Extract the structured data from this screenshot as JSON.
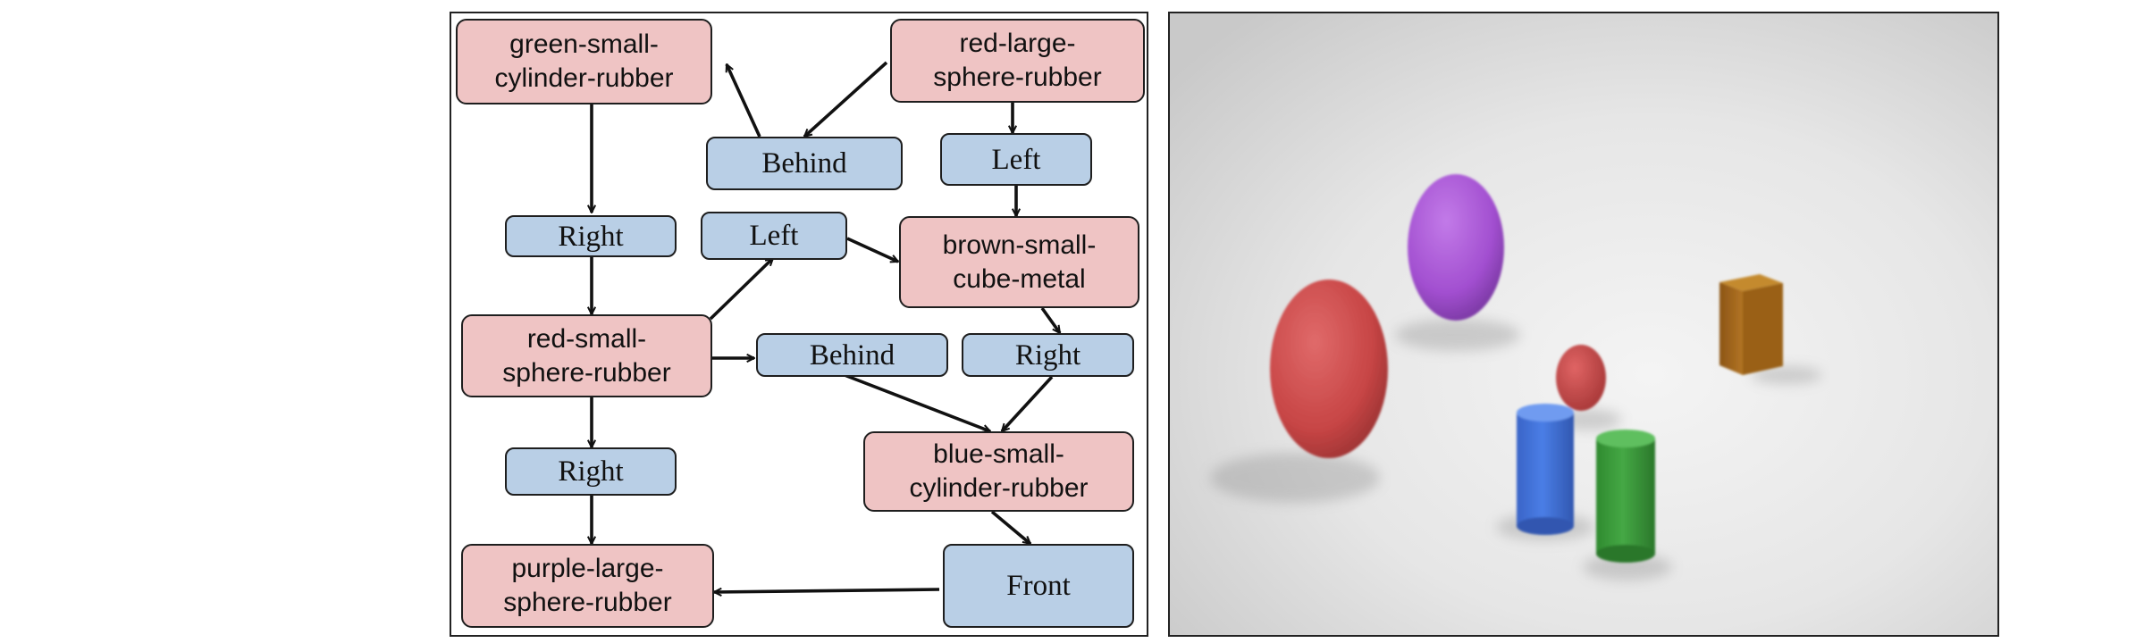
{
  "colors": {
    "object_node_fill": "#efc4c4",
    "relation_node_fill": "#b9cfe6",
    "edge": "#111111",
    "scene_background": "#dedede"
  },
  "graph": {
    "objects": [
      {
        "id": "green_cyl",
        "line1": "green-small-",
        "line2": "cylinder-rubber"
      },
      {
        "id": "red_large",
        "line1": "red-large-",
        "line2": "sphere-rubber"
      },
      {
        "id": "brown_cube",
        "line1": "brown-small-",
        "line2": "cube-metal"
      },
      {
        "id": "red_small",
        "line1": "red-small-",
        "line2": "sphere-rubber"
      },
      {
        "id": "blue_cyl",
        "line1": "blue-small-",
        "line2": "cylinder-rubber"
      },
      {
        "id": "purple_large",
        "line1": "purple-large-",
        "line2": "sphere-rubber"
      }
    ],
    "relations": [
      {
        "id": "behind_1",
        "label": "Behind"
      },
      {
        "id": "left_1",
        "label": "Left"
      },
      {
        "id": "right_1",
        "label": "Right"
      },
      {
        "id": "left_2",
        "label": "Left"
      },
      {
        "id": "behind_2",
        "label": "Behind"
      },
      {
        "id": "right_2",
        "label": "Right"
      },
      {
        "id": "right_3",
        "label": "Right"
      },
      {
        "id": "front_1",
        "label": "Front"
      }
    ]
  },
  "scene": {
    "objects": [
      {
        "name": "red-large-sphere",
        "color": "#c94848"
      },
      {
        "name": "purple-large-sphere",
        "color": "#a24fd0"
      },
      {
        "name": "red-small-sphere",
        "color": "#c84446"
      },
      {
        "name": "blue-small-cylinder",
        "color": "#3f6fd6"
      },
      {
        "name": "green-small-cylinder",
        "color": "#3b9a3b"
      },
      {
        "name": "brown-small-cube",
        "color": "#a0661c"
      }
    ]
  }
}
